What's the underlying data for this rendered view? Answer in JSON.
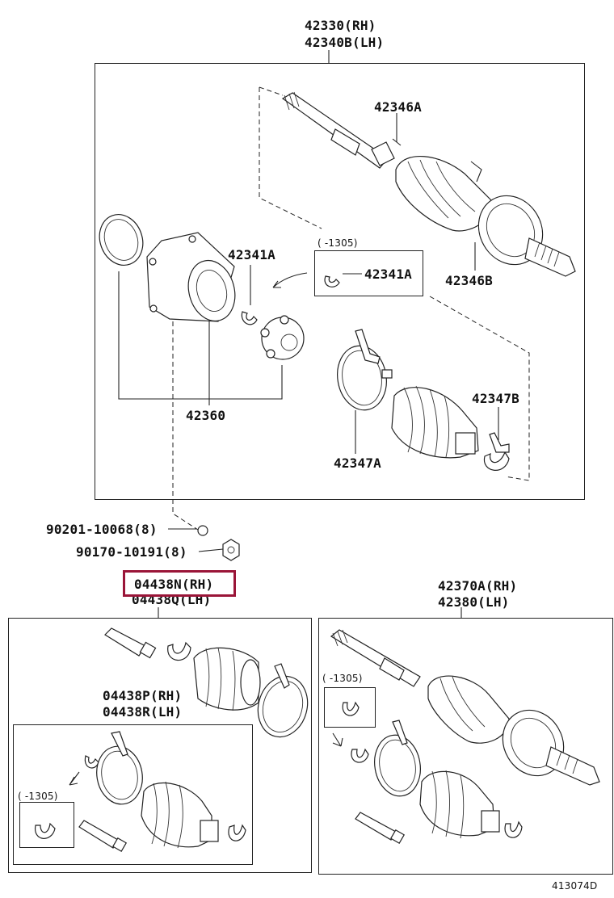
{
  "diagram": {
    "footer_code": "413074D",
    "top_assembly": {
      "rh": "42330(RH)",
      "lh": "42340B(LH)"
    },
    "labels": {
      "p42346A": "42346A",
      "p42346B": "42346B",
      "p42341A_left": "42341A",
      "p42341A_right": "42341A",
      "note_1305_top": "(  -1305)",
      "p42360": "42360",
      "p42347B": "42347B",
      "p42347A": "42347A",
      "bolt": "90201-10068(8)",
      "nut": "90170-10191(8)"
    },
    "kit_left": {
      "rh": "04438N(RH)",
      "lh": "04438Q(LH)"
    },
    "kit_inner": {
      "rh": "04438P(RH)",
      "lh": "04438R(LH)"
    },
    "note_1305_left": "(  -1305)",
    "right_assembly": {
      "rh": "42370A(RH)",
      "lh": "42380(LH)"
    },
    "note_1305_right": "(  -1305)"
  }
}
